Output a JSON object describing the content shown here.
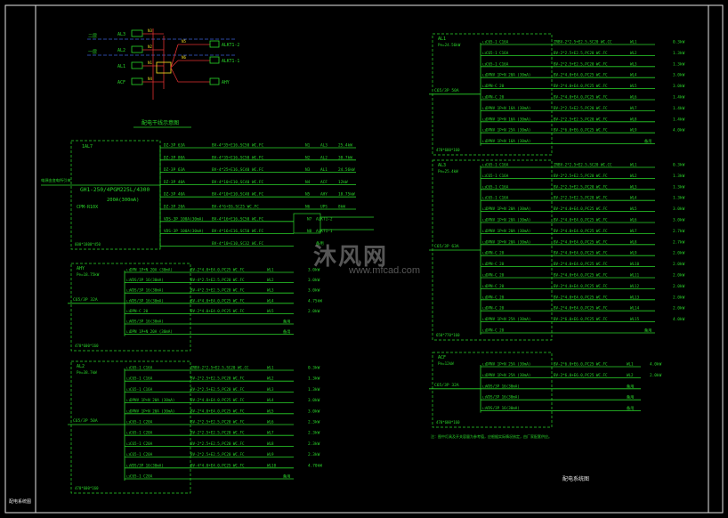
{
  "colors": {
    "line": "#2ad62a",
    "border": "#e6e6e6",
    "red": "#e03030",
    "blue": "#3a5fd8",
    "yellow": "#e8d020",
    "cyan": "#28c8c8"
  },
  "sheet": {
    "frame_title": "配电系统图",
    "right_title": "配电系统图"
  },
  "trunk": {
    "title": "配电干线示意图",
    "left_labels": [
      "二层",
      "一层"
    ],
    "boards": [
      "AL3",
      "AL2",
      "AL1",
      "ACF"
    ],
    "right_boards": [
      "ALKT1-2",
      "ALKT1-1",
      "AHY"
    ],
    "node_labels": [
      "N3",
      "N2",
      "N1",
      "N4",
      "N5",
      "N6"
    ]
  },
  "main_panel": {
    "label": "1AL7",
    "feeder": "GH1-250/4PGM225L/4300",
    "meter": "200A(300mA)",
    "device": "CPM-R10X",
    "incoming": "电源由变电所引来",
    "note": "600*1800*450",
    "rows": [
      {
        "sw": "DZ-3P 63A",
        "cable": "BV-4*35+E16,SC50 WC.FC",
        "no": "N1",
        "name": "AL3",
        "load": "25.4kW"
      },
      {
        "sw": "DZ-3P 80A",
        "cable": "BV-4*35+E16,SC50 WC.FC",
        "no": "N2",
        "name": "AL2",
        "load": "38.7kW"
      },
      {
        "sw": "DZ-3P 63A",
        "cable": "BV-4*25+E16,SC40 WC.FC",
        "no": "N3",
        "name": "AL1",
        "load": "24.56kW"
      },
      {
        "sw": "DZ-3P 40A",
        "cable": "BV-4*10+E10,SC40 WC.FC",
        "no": "N4",
        "name": "ACF",
        "load": "12kW"
      },
      {
        "sw": "DZ-3P 40A",
        "cable": "BV-4*10+E10,SC40 WC.FC",
        "no": "N5",
        "name": "AHY",
        "load": "18.75kW"
      },
      {
        "sw": "DZ-3P 20A",
        "cable": "BV-4*6+E6,SC25 WC.FC",
        "no": "N6",
        "name": "UPS",
        "load": "8kW"
      },
      {
        "sw": "VDS-3P 100A(30mA)",
        "cable": "BV-4*16+E16,SC50 WC.FC",
        "no": "N7",
        "name": "ALKT1-2",
        "load": ""
      },
      {
        "sw": "VDS-3P 100A(30mA)",
        "cable": "BV-4*16+E16,SC50 WC.FC",
        "no": "N8",
        "name": "ALKT1-1",
        "load": ""
      },
      {
        "sw": "",
        "cable": "BV-4*10+E10,SC32 WC.FC",
        "no": "",
        "name": "备用",
        "load": ""
      }
    ]
  },
  "ahy_panel": {
    "label": "AHY",
    "power": "Pe=18.75kW",
    "inbreaker": "C65/3P 32A",
    "note": "470*600*160",
    "rows": [
      {
        "sw": "DPN 1P+N 20A (30mA)",
        "cable": "BV-2*4.0+E4.0,PC25 WC.FC",
        "no": "WL1",
        "name": "",
        "load": "3.0kW"
      },
      {
        "sw": "VDS/3P 16(30mA)",
        "cable": "BV-4*2.5+E2.5,PC20 WC.FC",
        "no": "WL2",
        "name": "",
        "load": "3.0kW"
      },
      {
        "sw": "VDS/3P 16(30mA)",
        "cable": "BV-4*2.5+E2.5,PC20 WC.FC",
        "no": "WL3",
        "name": "",
        "load": "3.0kW"
      },
      {
        "sw": "VDS/3P 16(30mA)",
        "cable": "BV-4*4.0+E4.0,PC25 WC.FC",
        "no": "WL4",
        "name": "",
        "load": "4.75kW"
      },
      {
        "sw": "DPN-C 20",
        "cable": "BV-2*4.0+E4.0,PC25 WC.FC",
        "no": "WL5",
        "name": "",
        "load": "2.0kW"
      },
      {
        "sw": "VDS/3P 16(30mA)",
        "cable": "",
        "no": "",
        "name": "备用",
        "load": ""
      },
      {
        "sw": "DPN 1P+N 20A (30mA)",
        "cable": "",
        "no": "",
        "name": "备用",
        "load": ""
      }
    ]
  },
  "al2_panel": {
    "label": "AL2",
    "power": "Pe=38.7kW",
    "inbreaker": "C65/3P 50A",
    "note": "470*600*160",
    "rows": [
      {
        "sw": "C65-1 C16A",
        "cable": "ZRBV-2*2.5+E2.5,SC20 WC.CC",
        "no": "WL1",
        "name": "",
        "load": "0.3kW"
      },
      {
        "sw": "C65-1 C16A",
        "cable": "BV-2*2.5+E2.5,PC20 WC.FC",
        "no": "WL2",
        "name": "",
        "load": "1.3kW"
      },
      {
        "sw": "C65-1 C16A",
        "cable": "BV-2*2.5+E2.5,PC20 WC.FC",
        "no": "WL3",
        "name": "",
        "load": "1.3kW"
      },
      {
        "sw": "DPNV 1P+N 20A (30mA)",
        "cable": "BV-2*4.0+E4.0,PC25 WC.FC",
        "no": "WL4",
        "name": "",
        "load": "3.0kW"
      },
      {
        "sw": "DPNV 1P+N 20A (30mA)",
        "cable": "BV-2*4.0+E4.0,PC25 WC.FC",
        "no": "WL5",
        "name": "",
        "load": "3.0kW"
      },
      {
        "sw": "C65-1 C20A",
        "cable": "BV-2*2.5+E2.5,PC20 WC.FC",
        "no": "WL6",
        "name": "",
        "load": "2.3kW"
      },
      {
        "sw": "C65-1 C20A",
        "cable": "BV-2*2.5+E2.5,PC20 WC.FC",
        "no": "WL7",
        "name": "",
        "load": "2.3kW"
      },
      {
        "sw": "C65-1 C20A",
        "cable": "BV-2*2.5+E2.5,PC20 WC.FC",
        "no": "WL8",
        "name": "",
        "load": "2.3kW"
      },
      {
        "sw": "C65-1 C20A",
        "cable": "BV-2*2.5+E2.5,PC20 WC.FC",
        "no": "WL9",
        "name": "",
        "load": "2.3kW"
      },
      {
        "sw": "VDS/3P 16(30mA)",
        "cable": "BV-4*4.0+E4.0,PC25 WC.FC",
        "no": "WL10",
        "name": "",
        "load": "4.70kW"
      },
      {
        "sw": "C65-1 C20A",
        "cable": "",
        "no": "",
        "name": "备用",
        "load": ""
      }
    ]
  },
  "al1_panel": {
    "label": "AL1",
    "power": "Pe=24.56kW",
    "inbreaker": "C65/3P 50A",
    "note": "470*600*160",
    "rows": [
      {
        "sw": "C65-1 C16A",
        "cable": "ZRBV-2*2.5+E2.5,SC20 WC.CC",
        "no": "WL1",
        "name": "",
        "load": "0.3kW"
      },
      {
        "sw": "C65-1 C16A",
        "cable": "BV-2*2.5+E2.5,PC20 WC.FC",
        "no": "WL2",
        "name": "",
        "load": "1.3kW"
      },
      {
        "sw": "C65-1 C16A",
        "cable": "BV-2*2.5+E2.5,PC20 WC.FC",
        "no": "WL3",
        "name": "",
        "load": "1.3kW"
      },
      {
        "sw": "DPNV 1P+N 20A (30mA)",
        "cable": "BV-2*4.0+E4.0,PC25 WC.FC",
        "no": "WL4",
        "name": "",
        "load": "3.0kW"
      },
      {
        "sw": "DPN-C 20",
        "cable": "BV-2*4.0+E4.0,PC25 WC.FC",
        "no": "WL5",
        "name": "",
        "load": "3.0kW"
      },
      {
        "sw": "DPN-C 20",
        "cable": "BV-2*4.0+E4.0,PC25 WC.FC",
        "no": "WL6",
        "name": "",
        "load": "1.4kW"
      },
      {
        "sw": "DPNV 1P+N 16A (30mA)",
        "cable": "BV-2*2.5+E2.5,PC20 WC.FC",
        "no": "WL7",
        "name": "",
        "load": "1.4kW"
      },
      {
        "sw": "DPNV 1P+N 16A (30mA)",
        "cable": "BV-2*2.5+E2.5,PC20 WC.FC",
        "no": "WL8",
        "name": "",
        "load": "1.4kW"
      },
      {
        "sw": "DPNV 1P+N 25A (30mA)",
        "cable": "BV-2*6.0+E6.0,PC25 WC.FC",
        "no": "WL9",
        "name": "",
        "load": "4.0kW"
      },
      {
        "sw": "DPNV 1P+N 16A (30mA)",
        "cable": "",
        "no": "",
        "name": "备用",
        "load": ""
      }
    ]
  },
  "al3_panel": {
    "label": "AL3",
    "power": "Pe=25.4kW",
    "inbreaker": "C65/3P 63A",
    "note": "650*770*160",
    "rows": [
      {
        "sw": "C65-1 C16A",
        "cable": "ZRBV-2*2.5+E2.5,SC20 WC.CC",
        "no": "WL1",
        "name": "",
        "load": "0.3kW"
      },
      {
        "sw": "C65-1 C16A",
        "cable": "BV-2*2.5+E2.5,PC20 WC.FC",
        "no": "WL2",
        "name": "",
        "load": "1.3kW"
      },
      {
        "sw": "C65-1 C16A",
        "cable": "BV-2*2.5+E2.5,PC20 WC.FC",
        "no": "WL3",
        "name": "",
        "load": "1.3kW"
      },
      {
        "sw": "C65-1 C16A",
        "cable": "BV-2*2.5+E2.5,PC20 WC.FC",
        "no": "WL4",
        "name": "",
        "load": "1.3kW"
      },
      {
        "sw": "DPNV 1P+N 20A (30mA)",
        "cable": "BV-2*4.0+E4.0,PC25 WC.FC",
        "no": "WL5",
        "name": "",
        "load": "3.0kW"
      },
      {
        "sw": "DPNV 1P+N 20A (30mA)",
        "cable": "BV-2*4.0+E4.0,PC25 WC.FC",
        "no": "WL6",
        "name": "",
        "load": "3.0kW"
      },
      {
        "sw": "DPNV 1P+N 20A (30mA)",
        "cable": "BV-2*4.0+E4.0,PC25 WC.FC",
        "no": "WL7",
        "name": "",
        "load": "2.7kW"
      },
      {
        "sw": "DPNV 1P+N 20A (30mA)",
        "cable": "BV-2*4.0+E4.0,PC25 WC.FC",
        "no": "WL8",
        "name": "",
        "load": "2.7kW"
      },
      {
        "sw": "DPN-C 20",
        "cable": "BV-2*4.0+E4.0,PC25 WC.FC",
        "no": "WL9",
        "name": "",
        "load": "2.0kW"
      },
      {
        "sw": "DPN-C 20",
        "cable": "BV-2*4.0+E4.0,PC25 WC.FC",
        "no": "WL10",
        "name": "",
        "load": "2.0kW"
      },
      {
        "sw": "DPN-C 20",
        "cable": "BV-2*4.0+E4.0,PC25 WC.FC",
        "no": "WL11",
        "name": "",
        "load": "2.0kW"
      },
      {
        "sw": "DPN-C 20",
        "cable": "BV-2*4.0+E4.0,PC25 WC.FC",
        "no": "WL12",
        "name": "",
        "load": "2.0kW"
      },
      {
        "sw": "DPN-C 20",
        "cable": "BV-2*4.0+E4.0,PC25 WC.FC",
        "no": "WL13",
        "name": "",
        "load": "2.0kW"
      },
      {
        "sw": "DPN-C 20",
        "cable": "BV-2*4.0+E4.0,PC25 WC.FC",
        "no": "WL14",
        "name": "",
        "load": "2.0kW"
      },
      {
        "sw": "DPNV 1P+N 25A (30mA)",
        "cable": "BV-2*6.0+E6.0,PC25 WC.FC",
        "no": "WL15",
        "name": "",
        "load": "4.0kW"
      },
      {
        "sw": "DPN-C 20",
        "cable": "",
        "no": "",
        "name": "备用",
        "load": ""
      }
    ]
  },
  "acf_panel": {
    "label": "ACF",
    "power": "Pe=12kW",
    "inbreaker": "C65/3P 32A",
    "note": "470*600*160",
    "rows": [
      {
        "sw": "DPNV 1P+N 25A (30mA)",
        "cable": "BV-2*6.0+E6.0,PC25 WC.FC",
        "no": "WL1",
        "name": "",
        "load": "4.0kW"
      },
      {
        "sw": "DPNV 1P+N 25A (30mA)",
        "cable": "BV-2*6.0+E6.0,PC25 WC.FC",
        "no": "WL2",
        "name": "",
        "load": "2.0kW"
      },
      {
        "sw": "VDS/3P 16(30mA)",
        "cable": "",
        "no": "",
        "name": "备用",
        "load": ""
      },
      {
        "sw": "VDS/3P 16(30mA)",
        "cable": "",
        "no": "",
        "name": "备用",
        "load": ""
      },
      {
        "sw": "VDS/3P 16(30mA)",
        "cable": "",
        "no": "",
        "name": "备用",
        "load": ""
      }
    ],
    "footnote": "注：图中灯具及开关容量为参考值，应根据实际情况核定，由厂家配套供应。"
  },
  "watermark": {
    "brand": "沐风网",
    "url": "www.mfcad.com"
  }
}
